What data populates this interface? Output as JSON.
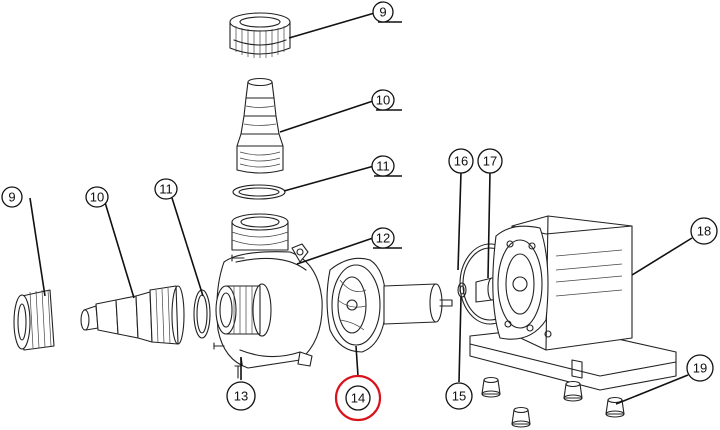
{
  "callouts": {
    "c9_top": "9",
    "c10_top": "10",
    "c11_top": "11",
    "c12": "12",
    "c9_left": "9",
    "c10_left": "10",
    "c11_left": "11",
    "c13": "13",
    "c14": "14",
    "c15": "15",
    "c16": "16",
    "c17": "17",
    "c18": "18",
    "c19": "19"
  },
  "highlight": {
    "callout": "14",
    "color": "#d8131b"
  },
  "parts_shown": [
    "union-nut-icon",
    "hose-tail-icon",
    "o-ring-icon",
    "pump-volute-icon",
    "screw-icon",
    "impeller-icon",
    "motor-housing-icon",
    "rubber-foot-icon"
  ]
}
